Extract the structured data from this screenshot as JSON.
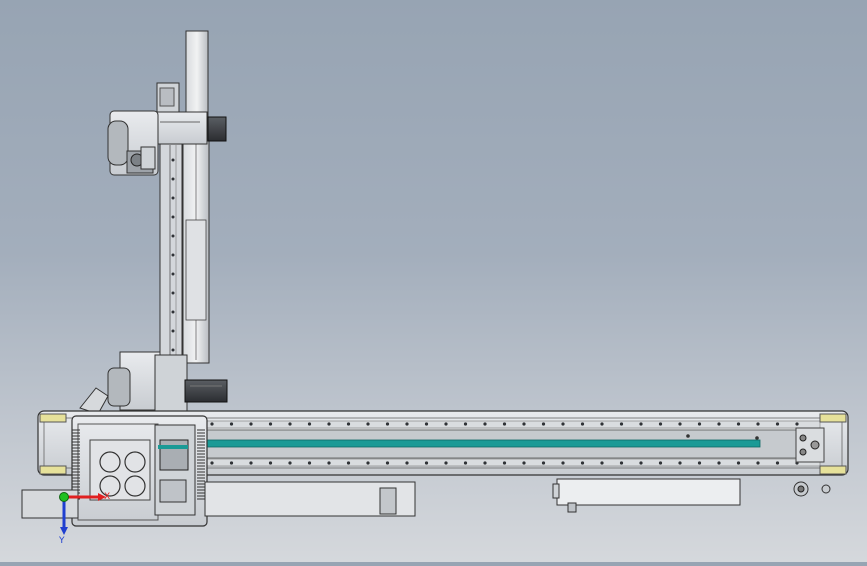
{
  "viewport": {
    "view": "cad-model-view"
  },
  "triad": {
    "x_label": "X",
    "y_label": "Y",
    "x_color": "#e02020",
    "y_color": "#1f3fd0",
    "origin_color": "#20c020"
  },
  "colors": {
    "background_top": "#97a4b3",
    "background_bottom": "#d5d8dc",
    "accent_strip": "#1a9a96",
    "end_cap": "#e6e19a",
    "metal": "#bfc3c8",
    "dark_metal": "#3a3d42"
  }
}
